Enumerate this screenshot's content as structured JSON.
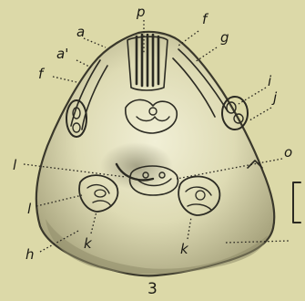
{
  "labels": {
    "a": "a",
    "a_prime": "a'",
    "f_left": "f",
    "p": "p",
    "f_top": "f",
    "g": "g",
    "i": "i",
    "j": "j",
    "o": "o",
    "l_upper": "l",
    "l_lower": "l",
    "h": "h",
    "k_left": "k",
    "k_right": "k"
  },
  "figure_number": "3",
  "colors": {
    "paper": "#dcd9a8",
    "ink": "#2b2a22",
    "specimen_light": "#e8e6c6",
    "specimen_shade": "#8f8c6a"
  }
}
